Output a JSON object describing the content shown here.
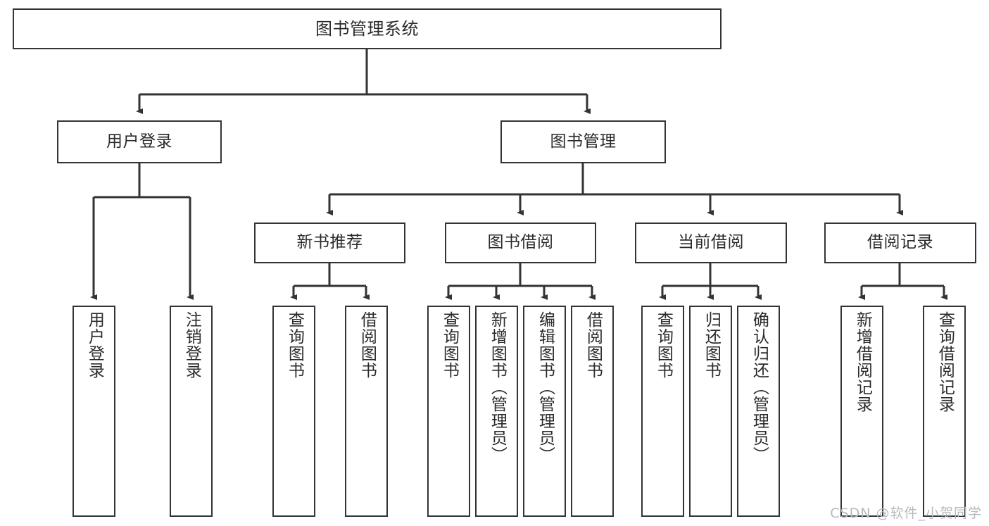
{
  "diagram": {
    "type": "tree",
    "title": "图书管理系统",
    "root": {
      "label": "图书管理系统"
    },
    "level2": [
      {
        "id": "user-login",
        "label": "用户登录"
      },
      {
        "id": "book-management",
        "label": "图书管理"
      }
    ],
    "level3": [
      {
        "id": "new-book-recommend",
        "label": "新书推荐",
        "parent": "book-management"
      },
      {
        "id": "book-borrow",
        "label": "图书借阅",
        "parent": "book-management"
      },
      {
        "id": "current-borrow",
        "label": "当前借阅",
        "parent": "book-management"
      },
      {
        "id": "borrow-record",
        "label": "借阅记录",
        "parent": "book-management"
      }
    ],
    "leaves": {
      "user_login": [
        {
          "id": "leaf-user-login",
          "label": "用户登录"
        },
        {
          "id": "leaf-logout-login",
          "label": "注销登录"
        }
      ],
      "new_book_recommend": [
        {
          "id": "leaf-query-book-1",
          "label": "查询图书"
        },
        {
          "id": "leaf-borrow-book-1",
          "label": "借阅图书"
        }
      ],
      "book_borrow": [
        {
          "id": "leaf-query-book-2",
          "label": "查询图书"
        },
        {
          "id": "leaf-add-book",
          "label": "新增图书（管理员）"
        },
        {
          "id": "leaf-edit-book",
          "label": "编辑图书（管理员）"
        },
        {
          "id": "leaf-borrow-book-2",
          "label": "借阅图书"
        }
      ],
      "current_borrow": [
        {
          "id": "leaf-query-book-3",
          "label": "查询图书"
        },
        {
          "id": "leaf-return-book",
          "label": "归还图书"
        },
        {
          "id": "leaf-confirm-return",
          "label": "确认归还（管理员）"
        }
      ],
      "borrow_record": [
        {
          "id": "leaf-add-record",
          "label": "新增借阅记录"
        },
        {
          "id": "leaf-query-record",
          "label": "查询借阅记录"
        }
      ]
    },
    "colors": {
      "box_border": "#33333a",
      "box_fill": "#ffffff",
      "connector": "#333333",
      "text": "#2b2b2b",
      "watermark": "#b9b9b9"
    }
  },
  "watermark": {
    "text": "CSDN @软件_小贺同学"
  }
}
